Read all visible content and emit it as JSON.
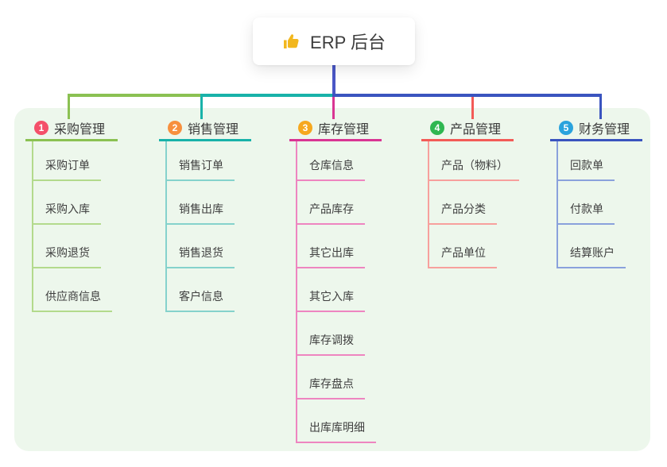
{
  "canvas": {
    "page_bg": "#ffffff",
    "panel_bg": "#edf7ec"
  },
  "root": {
    "label": "ERP 后台",
    "icon": "thumbs-up",
    "icon_color": "#f2b71e",
    "connector_color": "#4a57c6",
    "text_color": "#3c3c3c"
  },
  "branches": [
    {
      "badge": "1",
      "label": "采购管理",
      "badge_color": "#f4506a",
      "line_color": "#8bc152",
      "child_line_color": "#b3da8c",
      "children": [
        "采购订单",
        "采购入库",
        "采购退货",
        "供应商信息"
      ]
    },
    {
      "badge": "2",
      "label": "销售管理",
      "badge_color": "#f7903e",
      "line_color": "#19b2a9",
      "child_line_color": "#85d2cc",
      "children": [
        "销售订单",
        "销售出库",
        "销售退货",
        "客户信息"
      ]
    },
    {
      "badge": "3",
      "label": "库存管理",
      "badge_color": "#f6a81f",
      "line_color": "#d93593",
      "child_line_color": "#ee85c0",
      "children": [
        "仓库信息",
        "产品库存",
        "其它出库",
        "其它入库",
        "库存调拨",
        "库存盘点",
        "出库库明细"
      ]
    },
    {
      "badge": "4",
      "label": "产品管理",
      "badge_color": "#2fb751",
      "line_color": "#f35b57",
      "child_line_color": "#f7a09d",
      "children": [
        "产品（物料）",
        "产品分类",
        "产品单位"
      ]
    },
    {
      "badge": "5",
      "label": "财务管理",
      "badge_color": "#2aa3dd",
      "line_color": "#3a54bf",
      "child_line_color": "#8aa1dc",
      "children": [
        "回款单",
        "付款单",
        "结算账户"
      ]
    }
  ]
}
